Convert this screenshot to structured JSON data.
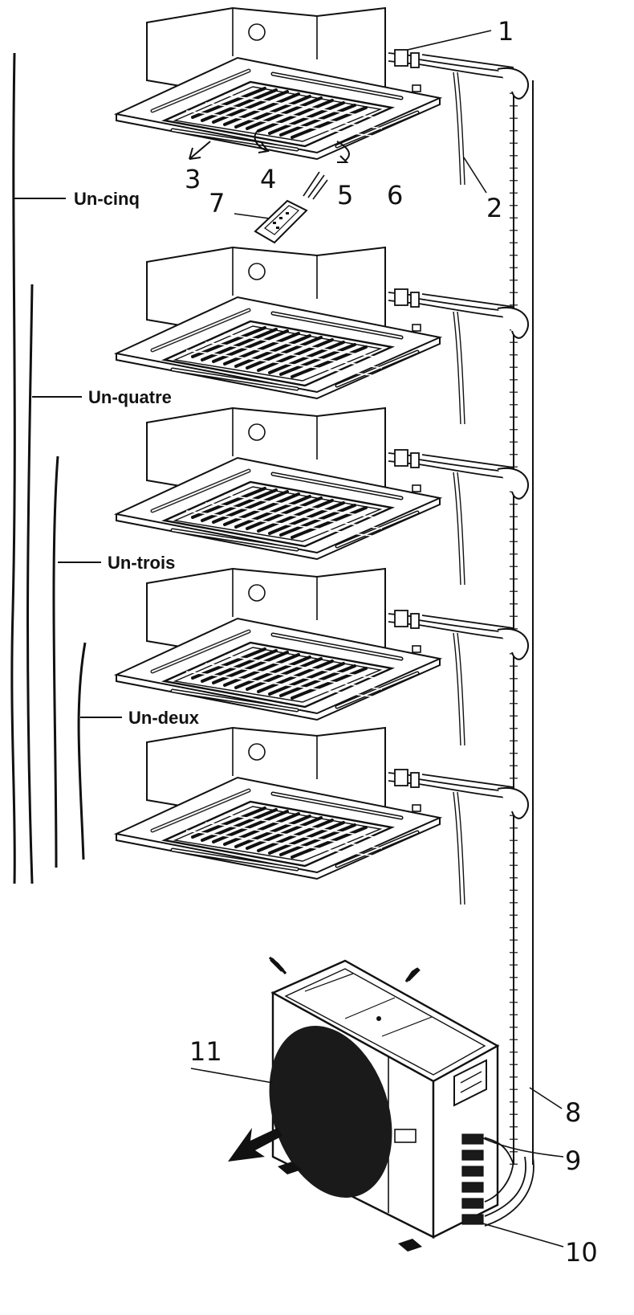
{
  "diagram": {
    "callouts": [
      "1",
      "2",
      "3",
      "4",
      "5",
      "6",
      "7",
      "8",
      "9",
      "10",
      "11"
    ],
    "levels": [
      "Un-cinq",
      "Un-quatre",
      "Un-trois",
      "Un-deux"
    ]
  },
  "colors": {
    "line": "#111111",
    "background": "#ffffff",
    "fan": "#1a1a1a"
  },
  "icons": {
    "indoor_unit": "ceiling-cassette-icon",
    "remote": "remote-control-icon",
    "outdoor_unit": "outdoor-unit-icon",
    "airflow": "airflow-arrow-icon"
  }
}
